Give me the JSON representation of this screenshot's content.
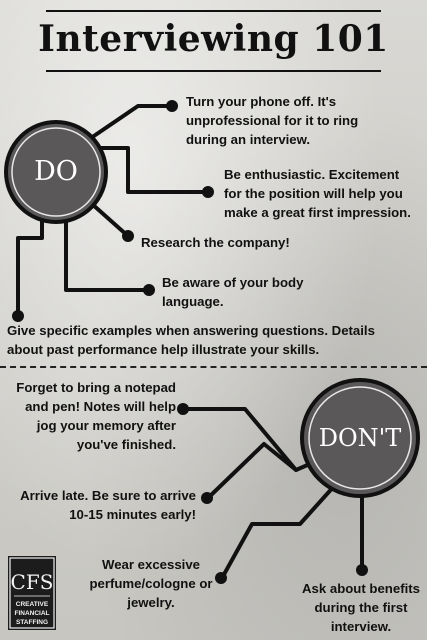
{
  "title": "Interviewing 101",
  "do_section": {
    "circle_label": "DO",
    "tips": [
      "Turn your phone off. It's unprofessional for it to ring during an interview.",
      "Be enthusiastic. Excitement for the position will help you make a great first impression.",
      "Research the company!",
      "Be aware of your body language.",
      "Give specific examples when answering questions. Details about past performance help illustrate your skills."
    ]
  },
  "dont_section": {
    "circle_label": "DON'T",
    "tips": [
      "Forget to bring a notepad and pen! Notes will help jog your memory after you've finished.",
      "Arrive late. Be sure to arrive 10-15 minutes early!",
      "Wear excessive perfume/cologne or jewelry.",
      "Ask about benefits during the first interview."
    ]
  },
  "logo": {
    "letters": "CFS",
    "lines": [
      "CREATIVE",
      "FINANCIAL",
      "STAFFING"
    ]
  },
  "colors": {
    "circle_fill": "#5a5858",
    "ink": "#111111"
  }
}
